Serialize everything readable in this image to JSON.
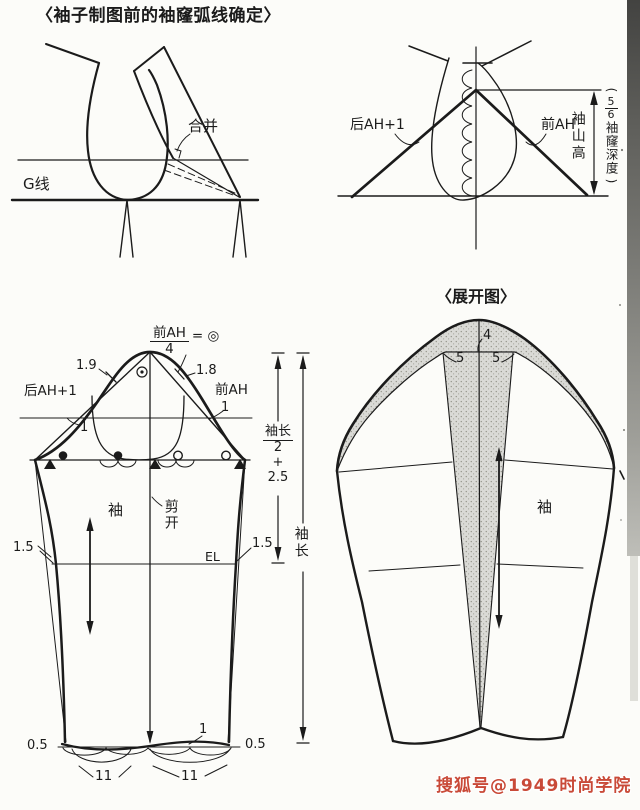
{
  "colors": {
    "paper": "#fcfcf9",
    "ink": "#1b1b1b",
    "shade_fill": "#d8d8d4",
    "watermark_red": "#c94a38"
  },
  "header": {
    "title": "〈袖子制图前的袖窿弧线确定〉"
  },
  "merge_diagram": {
    "merge_label": "合并",
    "g_line_label": "G线"
  },
  "cap_height_diagram": {
    "back_ah_label": "后AH+1",
    "front_ah_label": "前AH",
    "cap_height_label": "袖山高",
    "paren_open": "(",
    "frac_num": "5",
    "frac_den": "6",
    "depth_label": "袖窿深度",
    "paren_close": ")"
  },
  "sleeve_draft": {
    "front_ah_frac_num": "前AH",
    "front_ah_frac_den": "4",
    "front_ah_eq": "= ◎",
    "seg_19": "1.9",
    "seg_18": "1.8",
    "back_ah_label": "后AH+1",
    "front_ah_label": "前AH",
    "drop_left": "1",
    "drop_right": "1",
    "dim_half": {
      "num": "袖长",
      "den": "2",
      "plus": "+",
      "extra": "2.5"
    },
    "dim_full_label": "袖长",
    "piece_label": "袖",
    "cut_label": "剪开",
    "elbow_label": "EL",
    "elbow_left": "1.5",
    "elbow_right": "1.5",
    "hem_left": "0.5",
    "hem_right": "0.5",
    "hem_one": "1",
    "hem_width_left": "11",
    "hem_width_right": "11"
  },
  "expanded_view": {
    "title": "〈展开图〉",
    "spread_top": "4",
    "spread_left": "5",
    "spread_right": "5",
    "piece_label": "袖"
  },
  "watermark": {
    "text": "搜狐号@1949时尚学院"
  },
  "symbols": {
    "double_circle": "◎",
    "filled_dot": "●",
    "open_dot": "○",
    "notch_triangle": "▲"
  }
}
